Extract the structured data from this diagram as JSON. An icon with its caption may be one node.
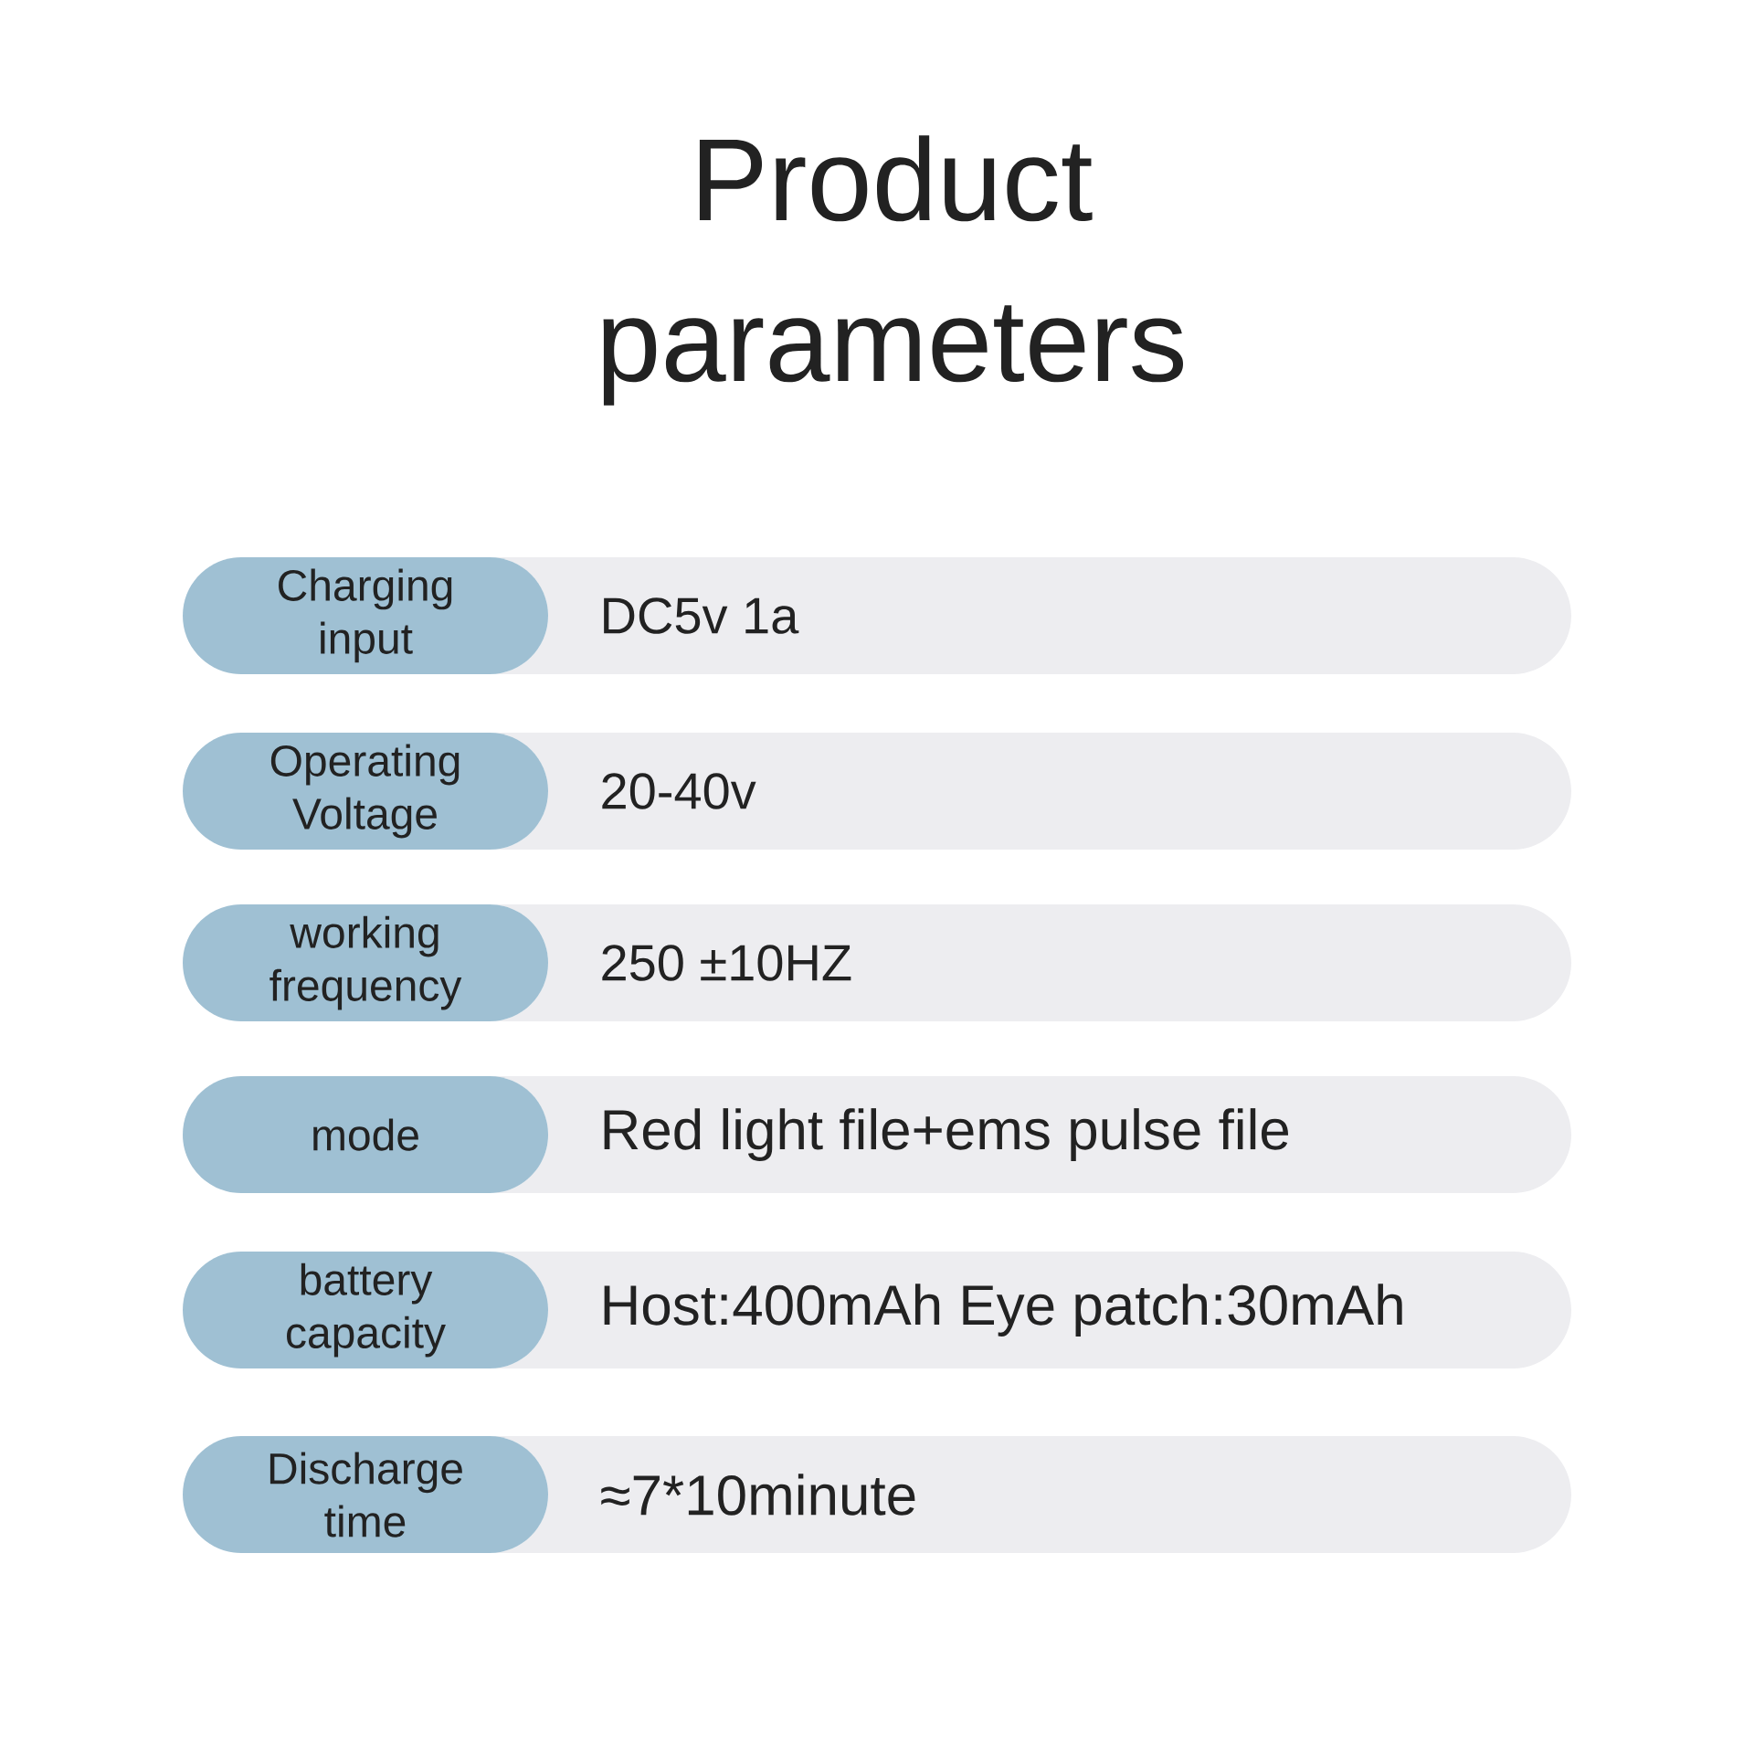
{
  "diagram": {
    "title": "Product parameters",
    "nodes": [
      {
        "text": [
          "Charging input"
        ]
      },
      {
        "text": [
          "DC5v 1a"
        ]
      },
      {
        "text": [
          "Operating Voltage"
        ]
      },
      {
        "text": [
          "20-40v"
        ]
      },
      {
        "text": [
          "working frequency"
        ]
      },
      {
        "text": [
          "250 ±10HZ"
        ]
      },
      {
        "text": [
          "mode"
        ]
      },
      {
        "text": [
          "Red light file+ems pulse file"
        ]
      },
      {
        "text": [
          "battery capacity"
        ]
      },
      {
        "text": [
          "Host:400mAh Eye patch:30mAh"
        ]
      },
      {
        "text": [
          "Discharge time"
        ]
      },
      {
        "text": [
          "≈7*10minute"
        ]
      }
    ]
  }
}
